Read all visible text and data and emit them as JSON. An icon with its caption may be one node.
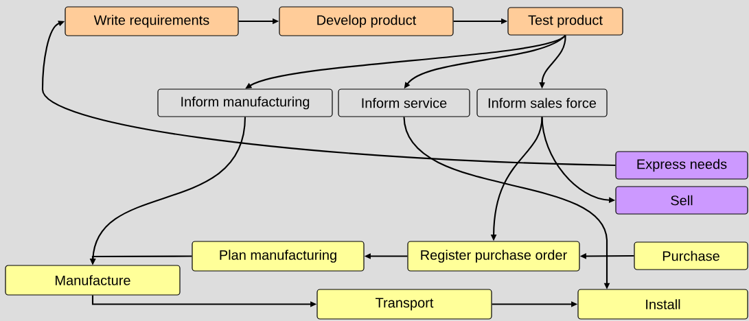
{
  "diagram": {
    "nodes": [
      {
        "text": [
          "Write requirements"
        ]
      },
      {
        "text": [
          "Develop product"
        ]
      },
      {
        "text": [
          "Test product"
        ]
      },
      {
        "text": [
          "Inform manufacturing"
        ]
      },
      {
        "text": [
          "Inform service"
        ]
      },
      {
        "text": [
          "Inform sales force"
        ]
      },
      {
        "text": [
          "Express needs"
        ]
      },
      {
        "text": [
          "Sell"
        ]
      },
      {
        "text": [
          "Plan manufacturing"
        ]
      },
      {
        "text": [
          "Register purchase order"
        ]
      },
      {
        "text": [
          "Purchase"
        ]
      },
      {
        "text": [
          "Manufacture"
        ]
      },
      {
        "text": [
          "Transport"
        ]
      },
      {
        "text": [
          "Install"
        ]
      }
    ],
    "edges": [
      {
        "from": 0,
        "to": 1,
        "arrow": "to"
      },
      {
        "from": 1,
        "to": 2,
        "arrow": "to"
      },
      {
        "from": 2,
        "to": 3,
        "arrow": "to"
      },
      {
        "from": 2,
        "to": 4,
        "arrow": "to"
      },
      {
        "from": 2,
        "to": 5,
        "arrow": "to"
      },
      {
        "from": 6,
        "to": 0,
        "arrow": "to"
      },
      {
        "from": 5,
        "to": 7,
        "arrow": "to"
      },
      {
        "from": 5,
        "to": 9,
        "arrow": "to"
      },
      {
        "from": 3,
        "to": 11,
        "arrow": "to"
      },
      {
        "from": 4,
        "to": 13,
        "arrow": "to"
      },
      {
        "from": 8,
        "to": 11,
        "arrow": "to"
      },
      {
        "from": 9,
        "to": 8,
        "arrow": "to"
      },
      {
        "from": 10,
        "to": 9,
        "arrow": "to"
      },
      {
        "from": 11,
        "to": 12,
        "arrow": "to"
      },
      {
        "from": 12,
        "to": 13,
        "arrow": "to"
      }
    ]
  }
}
